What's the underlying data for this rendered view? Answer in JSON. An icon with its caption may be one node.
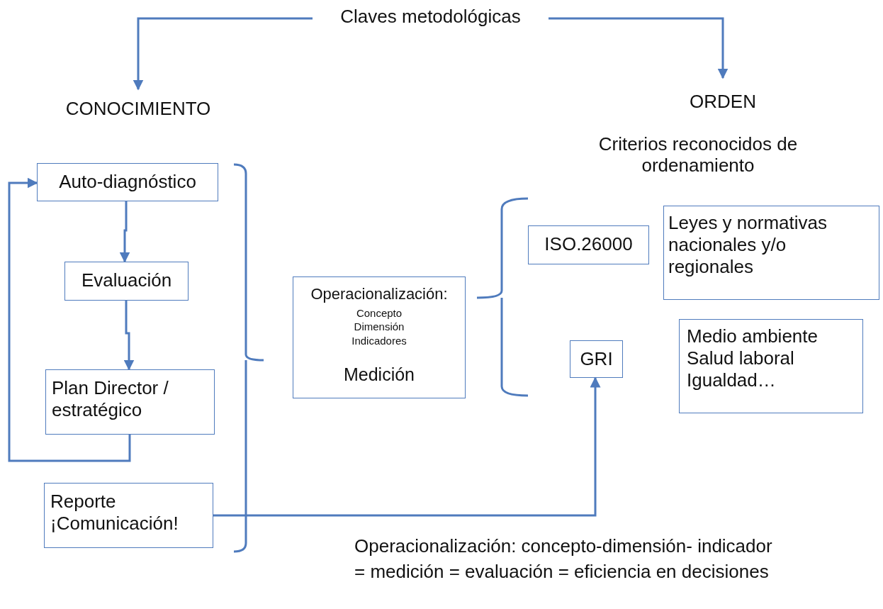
{
  "diagram": {
    "nodes": [
      {
        "text": [
          "Claves metodológicas"
        ]
      },
      {
        "text": [
          "CONOCIMIENTO"
        ]
      },
      {
        "text": [
          "ORDEN"
        ]
      },
      {
        "text": [
          "Auto-diagnóstico"
        ]
      },
      {
        "text": [
          "Evaluación"
        ]
      },
      {
        "text": [
          "Plan Director / estratégico"
        ]
      },
      {
        "text": [
          "Reporte ¡Comunicación!"
        ]
      },
      {
        "text": [
          "Operacionalización:",
          "Concepto Dimensión Indicadores",
          "Medición"
        ]
      },
      {
        "text": [
          "ISO.26000"
        ]
      },
      {
        "text": [
          "GRI"
        ]
      },
      {
        "text": [
          "Leyes y normativas nacionales y/o regionales"
        ]
      },
      {
        "text": [
          "Medio ambiente Salud laboral Igualdad…"
        ]
      }
    ],
    "edges": [
      {
        "from": 0,
        "to": 1,
        "arrow": "to"
      },
      {
        "from": 0,
        "to": 2,
        "arrow": "to"
      },
      {
        "from": 3,
        "to": 4,
        "arrow": "to"
      },
      {
        "from": 4,
        "to": 5,
        "arrow": "to"
      },
      {
        "from": 5,
        "to": 3,
        "arrow": "to"
      },
      {
        "from": 6,
        "to": 9,
        "arrow": "to"
      }
    ],
    "labels": [
      "Criterios reconocidos de ordenamiento",
      "Operacionalización: concepto-dimensión- indicador = medición = evaluación = eficiencia en decisiones"
    ]
  }
}
